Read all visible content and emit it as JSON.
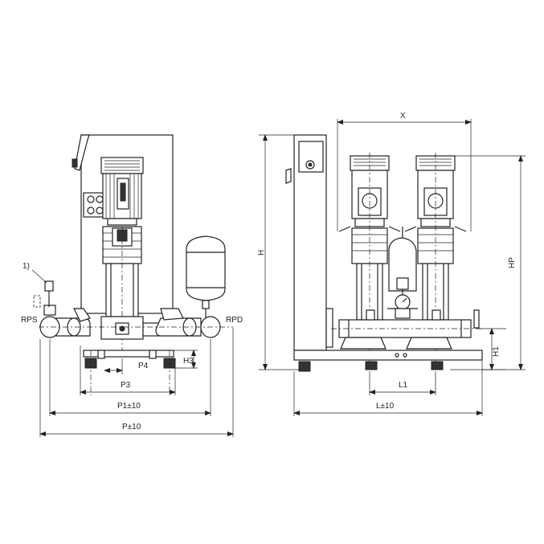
{
  "drawing": {
    "front_view": {
      "note_marker": "1)",
      "suction_label": "RPS",
      "discharge_label": "RPD",
      "dimensions": {
        "h3": "H3",
        "p4": "P4",
        "p3": "P3",
        "p1": "P1±10",
        "p": "P±10"
      }
    },
    "side_view": {
      "dimensions": {
        "x": "X",
        "h": "H",
        "hp": "HP",
        "h1": "H1",
        "l1": "L1",
        "l": "L±10"
      }
    }
  }
}
